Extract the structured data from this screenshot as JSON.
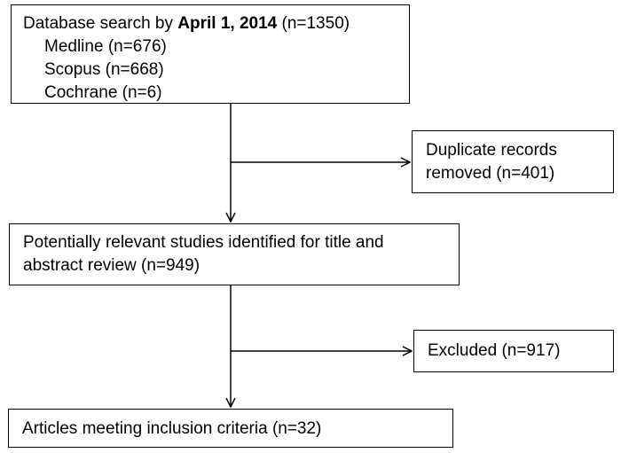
{
  "search": {
    "prefix": "Database search by ",
    "date": "April 1, 2014",
    "suffix": " (n=1350)",
    "sources": [
      "Medline (n=676)",
      "Scopus (n=668)",
      "Cochrane (n=6)"
    ]
  },
  "duplicates": {
    "line1": "Duplicate records",
    "line2": "removed (n=401)"
  },
  "relevant": {
    "line1": "Potentially relevant studies identified for title and",
    "line2": "abstract review (n=949)"
  },
  "excluded": {
    "label": "Excluded (n=917)"
  },
  "included": {
    "label": "Articles meeting inclusion criteria (n=32)"
  }
}
